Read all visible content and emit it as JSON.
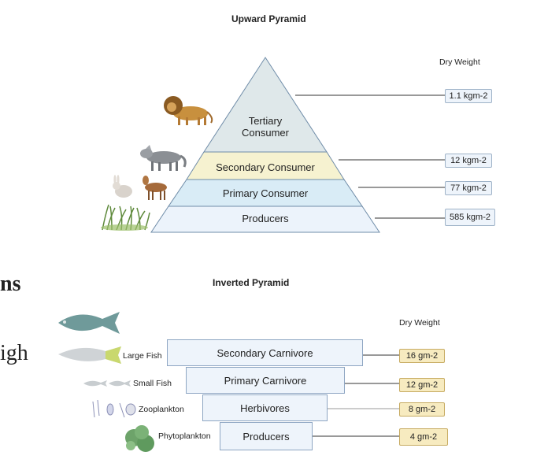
{
  "upward": {
    "title": "Upward Pyramid",
    "dry_weight_label": "Dry Weight",
    "levels": [
      {
        "label_line1": "Tertiary",
        "label_line2": "Consumer",
        "value": "1.1 kgm-2"
      },
      {
        "label": "Secondary Consumer",
        "value": "12 kgm-2"
      },
      {
        "label": "Primary Consumer",
        "value": "77 kgm-2"
      },
      {
        "label": "Producers",
        "value": "585 kgm-2"
      }
    ]
  },
  "inverted": {
    "title": "Inverted Pyramid",
    "dry_weight_label": "Dry Weight",
    "levels": [
      {
        "label": "Secondary Carnivore",
        "organism": "Large Fish",
        "value": "16 gm-2"
      },
      {
        "label": "Primary Carnivore",
        "organism": "Small Fish",
        "value": "12 gm-2"
      },
      {
        "label": "Herbivores",
        "organism": "Zooplankton",
        "value": "8 gm-2"
      },
      {
        "label": "Producers",
        "organism": "Phytoplankton",
        "value": "4 gm-2"
      }
    ]
  },
  "cropped_text": {
    "heading": "ns",
    "body": "igh"
  },
  "colors": {
    "tertiary": "#dfe8ea",
    "secondary": "#f6f2d0",
    "primary": "#d9ecf6",
    "producers": "#ecf3fb",
    "outline": "#6f8ca8",
    "value_box": "#eef4fb",
    "value_box_gold": "#f7ebc0"
  }
}
